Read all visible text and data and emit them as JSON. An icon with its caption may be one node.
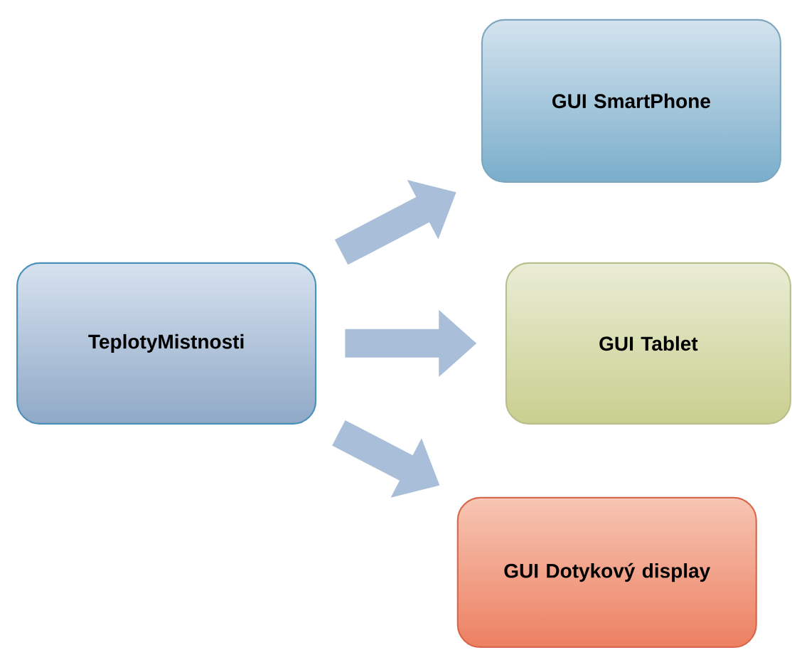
{
  "diagram": {
    "nodes": [
      {
        "text": [
          "TeplotyMistnosti"
        ]
      },
      {
        "text": [
          "GUI SmartPhone"
        ]
      },
      {
        "text": [
          "GUI Tablet"
        ]
      },
      {
        "text": [
          "GUI Dotykový display"
        ]
      }
    ],
    "edges": [
      {
        "from": 0,
        "to": 1,
        "arrow": "to"
      },
      {
        "from": 0,
        "to": 2,
        "arrow": "to"
      },
      {
        "from": 0,
        "to": 3,
        "arrow": "to"
      }
    ]
  }
}
